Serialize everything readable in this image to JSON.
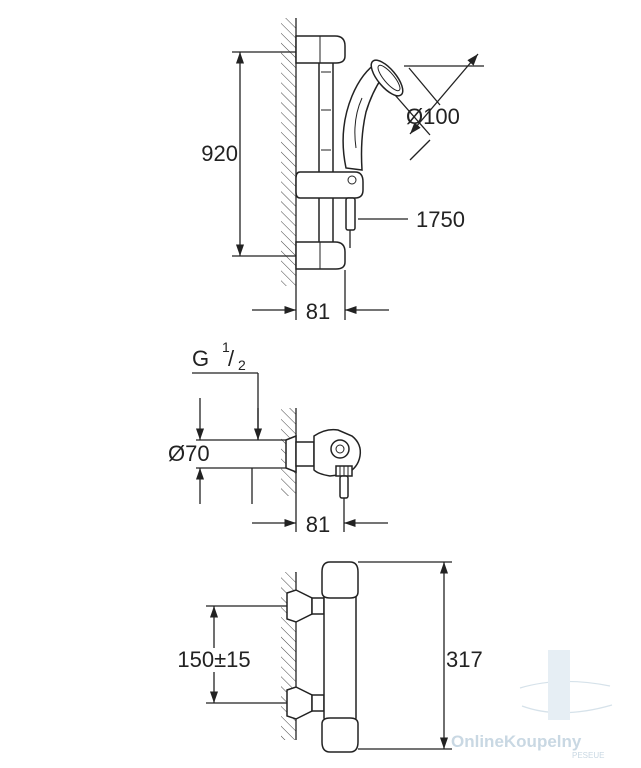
{
  "shower_set": {
    "height_label": "920",
    "head_diameter_label": "Ø100",
    "hose_length_label": "1750",
    "projection_label": "81"
  },
  "thermostat_side": {
    "thread_main": "G",
    "thread_num": "1",
    "thread_den": "2",
    "diameter_label": "Ø70",
    "projection_label": "81"
  },
  "thermostat_front": {
    "spacing_label": "150±15",
    "height_label": "317"
  },
  "watermark": {
    "brand": "OnlineKoupelny",
    "sub": "PESEUE"
  }
}
